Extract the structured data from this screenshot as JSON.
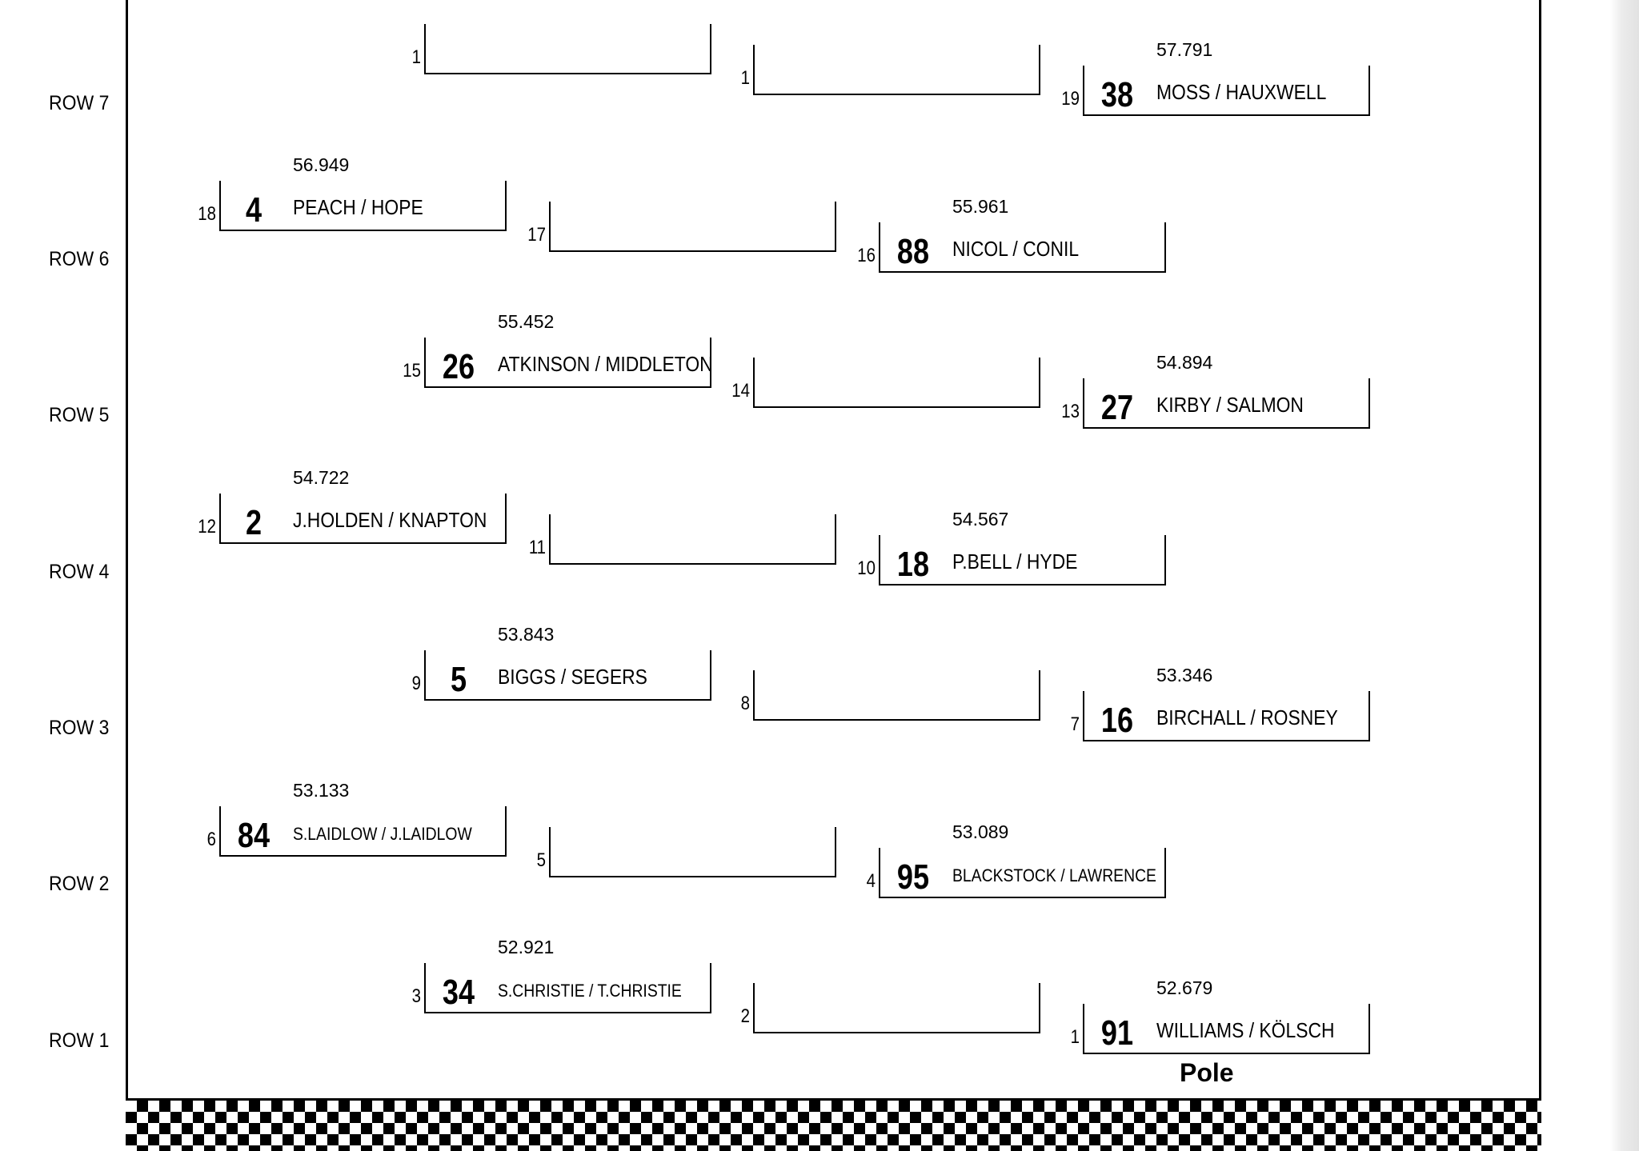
{
  "rows": [
    "ROW 7",
    "ROW 6",
    "ROW 5",
    "ROW 4",
    "ROW 3",
    "ROW 2",
    "ROW 1"
  ],
  "grid": [
    {
      "pos": "1",
      "car": "",
      "driver": "",
      "time": ""
    },
    {
      "pos": "1",
      "car": "",
      "driver": "",
      "time": ""
    },
    {
      "pos": "19",
      "car": "38",
      "driver": "MOSS / HAUXWELL",
      "time": "57.791"
    },
    {
      "pos": "18",
      "car": "4",
      "driver": "PEACH / HOPE",
      "time": "56.949"
    },
    {
      "pos": "17",
      "car": "",
      "driver": "",
      "time": ""
    },
    {
      "pos": "16",
      "car": "88",
      "driver": "NICOL / CONIL",
      "time": "55.961"
    },
    {
      "pos": "15",
      "car": "26",
      "driver": "ATKINSON / MIDDLETON",
      "time": "55.452"
    },
    {
      "pos": "14",
      "car": "",
      "driver": "",
      "time": ""
    },
    {
      "pos": "13",
      "car": "27",
      "driver": "KIRBY / SALMON",
      "time": "54.894"
    },
    {
      "pos": "12",
      "car": "2",
      "driver": "J.HOLDEN / KNAPTON",
      "time": "54.722"
    },
    {
      "pos": "11",
      "car": "",
      "driver": "",
      "time": ""
    },
    {
      "pos": "10",
      "car": "18",
      "driver": "P.BELL / HYDE",
      "time": "54.567"
    },
    {
      "pos": "9",
      "car": "5",
      "driver": "BIGGS / SEGERS",
      "time": "53.843"
    },
    {
      "pos": "8",
      "car": "",
      "driver": "",
      "time": ""
    },
    {
      "pos": "7",
      "car": "16",
      "driver": "BIRCHALL / ROSNEY",
      "time": "53.346"
    },
    {
      "pos": "6",
      "car": "84",
      "driver": "S.LAIDLOW / J.LAIDLOW",
      "time": "53.133"
    },
    {
      "pos": "5",
      "car": "",
      "driver": "",
      "time": ""
    },
    {
      "pos": "4",
      "car": "95",
      "driver": "BLACKSTOCK / LAWRENCE",
      "time": "53.089"
    },
    {
      "pos": "3",
      "car": "34",
      "driver": "S.CHRISTIE / T.CHRISTIE",
      "time": "52.921"
    },
    {
      "pos": "2",
      "car": "",
      "driver": "",
      "time": ""
    },
    {
      "pos": "1",
      "car": "91",
      "driver": "WILLIAMS / KÖLSCH",
      "time": "52.679"
    }
  ],
  "pole_label": "Pole",
  "colors": {
    "ink": "#000000",
    "paper": "#ffffff"
  }
}
